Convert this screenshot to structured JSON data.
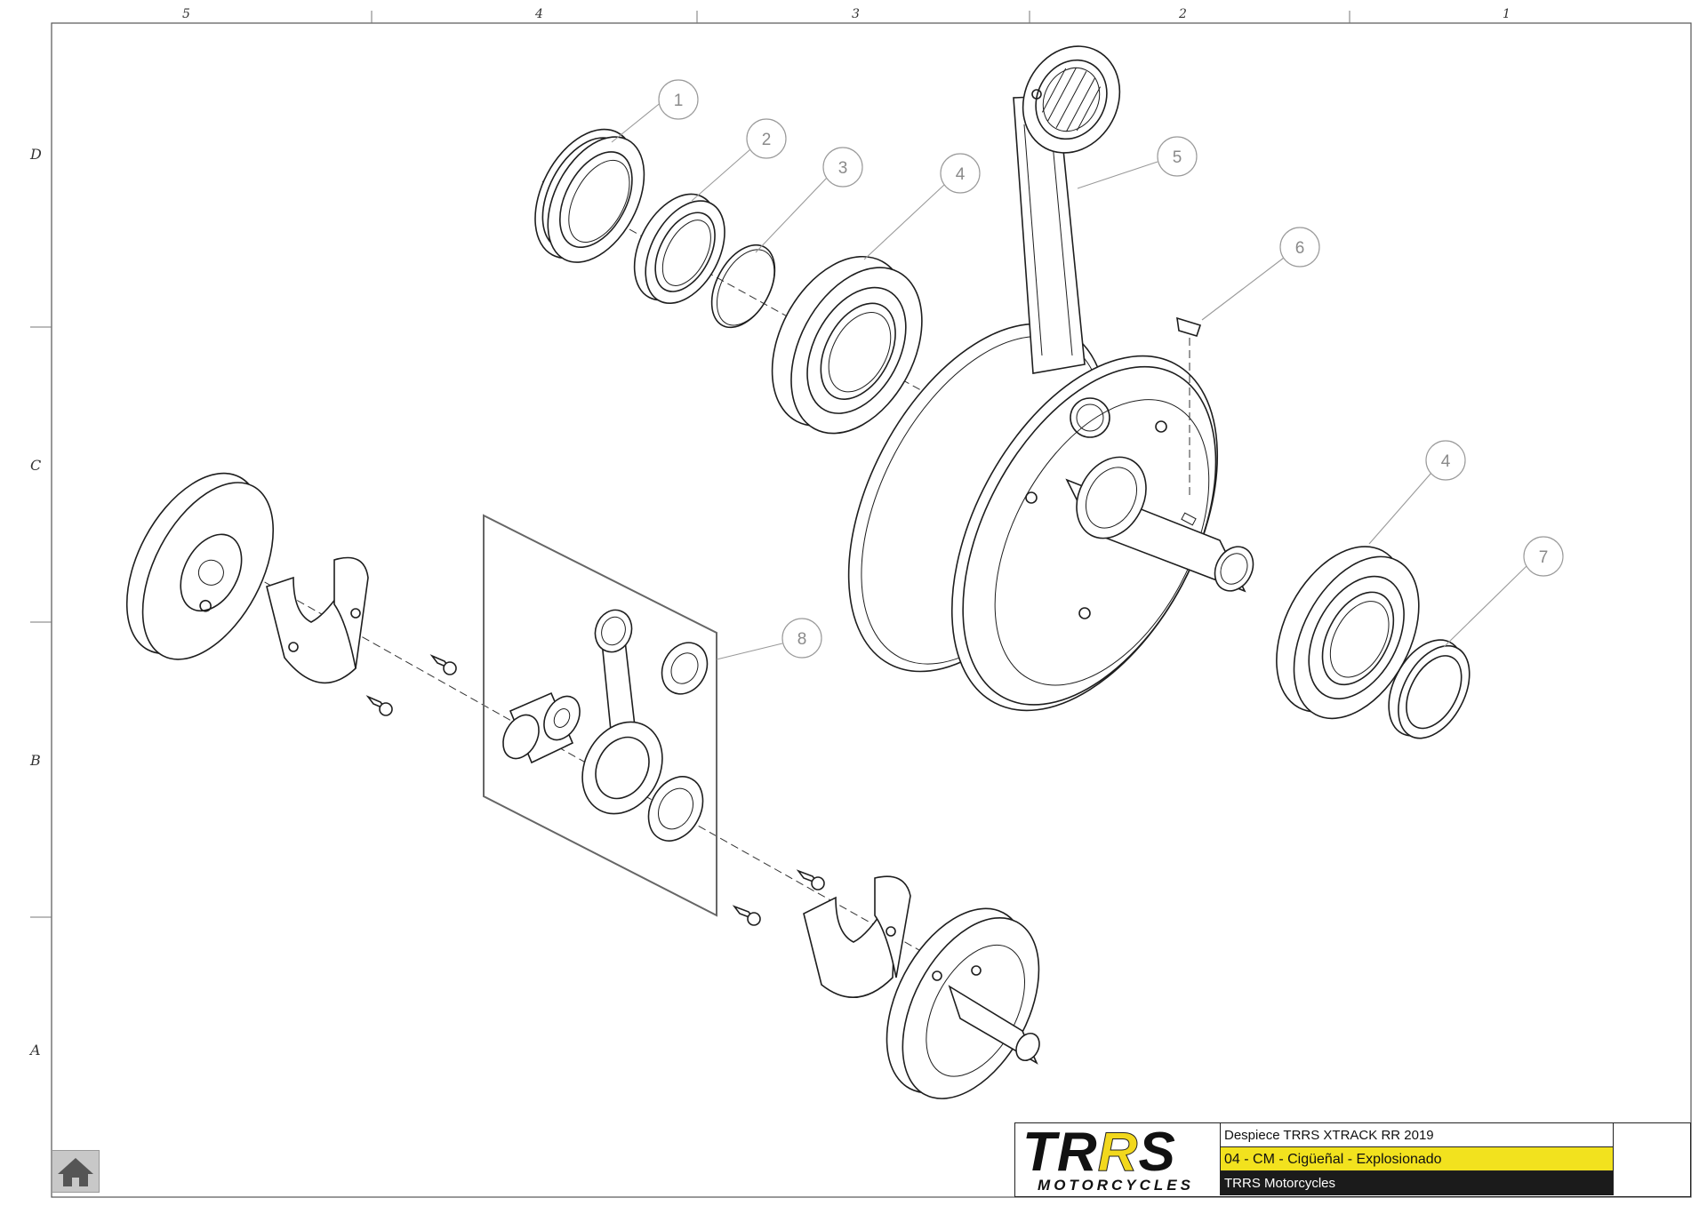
{
  "sheet": {
    "zones_top": [
      "5",
      "4",
      "3",
      "2",
      "1"
    ],
    "zones_left": [
      "D",
      "C",
      "B",
      "A"
    ]
  },
  "callouts": [
    "1",
    "2",
    "3",
    "4",
    "5",
    "6",
    "4",
    "7",
    "8"
  ],
  "title_block": {
    "brand": {
      "word_part1": "T",
      "word_part2": "R",
      "word_part3": "S",
      "sub": "MOTORCYCLES"
    },
    "line1": "Despiece TRRS XTRACK RR 2019",
    "line2": "04 - CM - Cigüeñal - Explosionado",
    "line3": "TRRS Motorcycles",
    "highlight_color": "#f2e21e",
    "dark_color": "#1b1b1b"
  },
  "nav": {
    "home_icon": "home-icon"
  }
}
